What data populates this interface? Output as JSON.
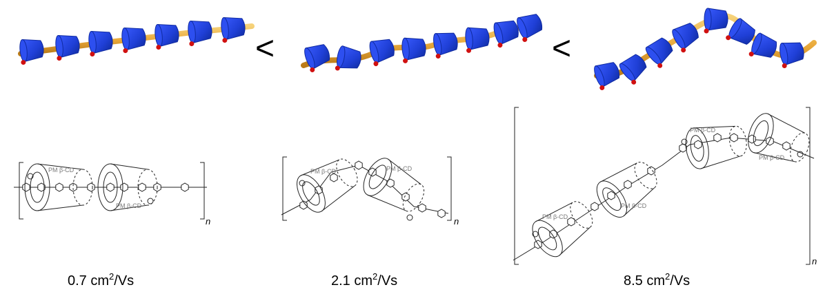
{
  "comparators": [
    "<",
    "<"
  ],
  "structures": [
    {
      "macrocycle_labels": [
        "PM β-CD",
        "PM β-CD"
      ],
      "repeat_index": "n",
      "mobility": {
        "value": "0.7",
        "unit_pre": "cm",
        "unit_exp": "2",
        "unit_post": "/Vs"
      }
    },
    {
      "macrocycle_labels": [
        "PM β-CD",
        "PM β-CD"
      ],
      "repeat_index": "n",
      "mobility": {
        "value": "2.1",
        "unit_pre": "cm",
        "unit_exp": "2",
        "unit_post": "/Vs"
      }
    },
    {
      "macrocycle_labels": [
        "PM β-CD",
        "PM β-CD",
        "PM β-CD",
        "PM β-CD"
      ],
      "repeat_index": "n",
      "mobility": {
        "value": "8.5",
        "unit_pre": "cm",
        "unit_exp": "2",
        "unit_post": "/Vs"
      }
    }
  ],
  "colors": {
    "ring": "#1f3fd6",
    "ring_dark": "#0f2aa0",
    "axle": "#e9a93a",
    "oxygen": "#d01010"
  }
}
